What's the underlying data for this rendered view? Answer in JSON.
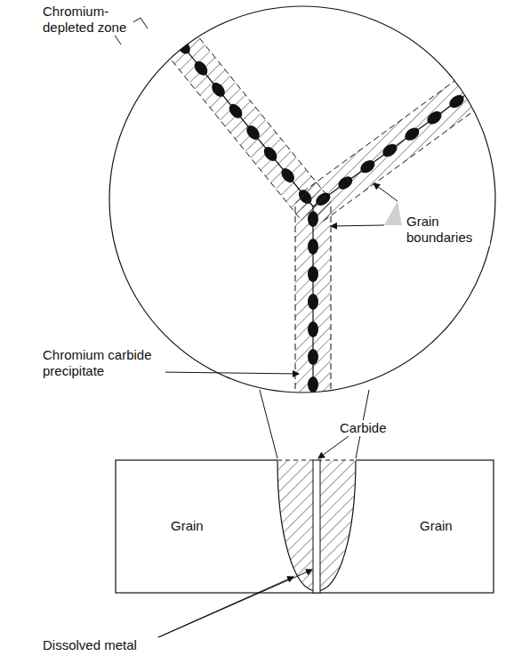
{
  "diagram": {
    "labels": [
      "Chromium- depleted zone",
      "Grain boundaries",
      "Chromium carbide precipitate",
      "Carbide",
      "Grain",
      "Grain",
      "Dissolved metal"
    ]
  }
}
